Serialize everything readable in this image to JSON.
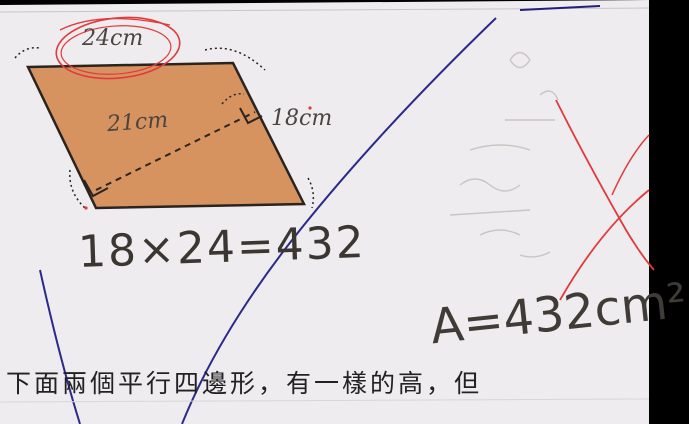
{
  "figure": {
    "top_side": "24cm",
    "diagonal": "21cm",
    "height": "18cm"
  },
  "handwriting": {
    "equation": "18×24=432",
    "answer": "A=432cm²"
  },
  "text": {
    "sentence": "下面兩個平行四邊形，有一樣的高，但"
  },
  "colors": {
    "paper": "#eeecee",
    "parallelogram": "#d7935f",
    "red_ink": "#e23a3c",
    "blue_pen": "#2b2a8c",
    "pencil": "#55504a"
  }
}
